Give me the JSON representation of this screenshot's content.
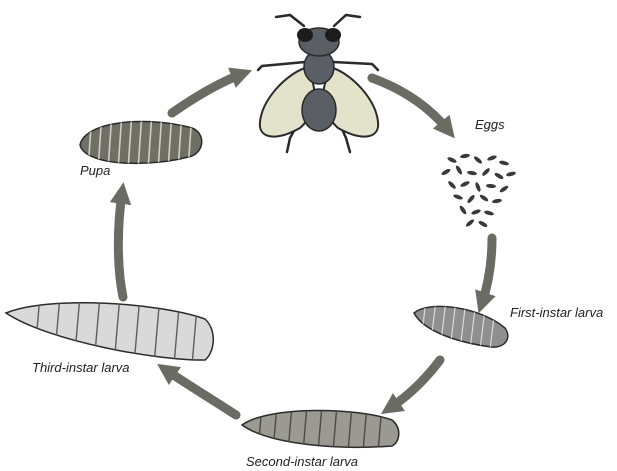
{
  "labels": {
    "eggs": "Eggs",
    "first_instar": "First-instar larva",
    "second_instar": "Second-instar larva",
    "third_instar": "Third-instar larva",
    "pupa": "Pupa"
  },
  "colors": {
    "arrow": "#6b6b63",
    "wing": "#e3e3cc",
    "body": "#5a5f66",
    "larva_stripe": "#5e5e5e",
    "third_larva_fill": "#d9d9d9",
    "dark": "#2a2a2a"
  }
}
